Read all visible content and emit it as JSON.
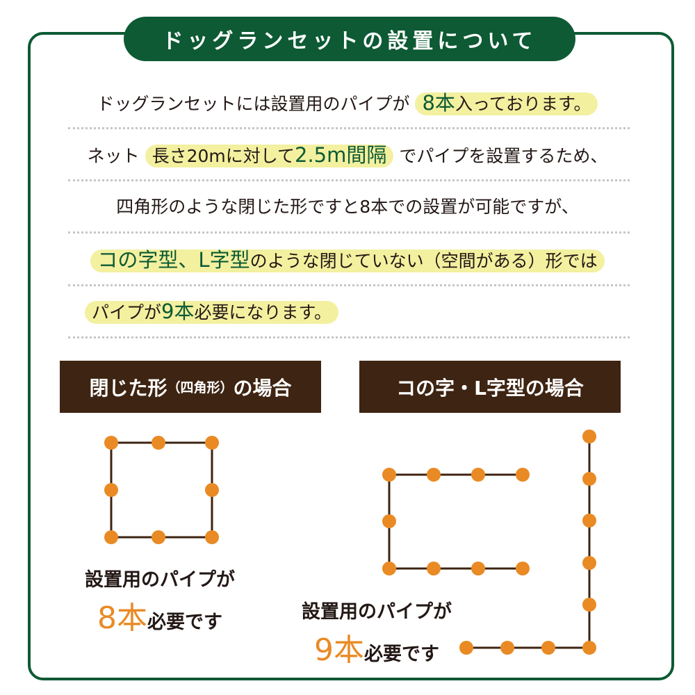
{
  "header": {
    "title": "ドッグランセットの設置について"
  },
  "intro": {
    "line1": {
      "prefix": "ドッグランセットには設置用のパイプが ",
      "hl_green": "8本",
      "hl_rest": "入っております。"
    },
    "line2": {
      "prefix": "ネット ",
      "hl_text": "長さ20mに対して",
      "hl_green": "2.5m間隔",
      "suffix": " でパイプを設置するため、"
    },
    "line3": {
      "text": "四角形のような閉じた形ですと8本での設置が可能ですが、"
    },
    "line4": {
      "hl_green": "コの字型、L字型",
      "hl_rest": "のような閉じていない（空間がある）形では"
    },
    "line5": {
      "hl_prefix": "パイプが",
      "hl_green": "9本",
      "hl_rest": "必要になります。"
    }
  },
  "sections": {
    "closed": {
      "heading_main": "閉じた形",
      "heading_paren": "（四角形）",
      "heading_suffix": "の場合",
      "caption_line1": "設置用のパイプが",
      "caption_count": "8本",
      "caption_suffix": "必要です",
      "pipe_count": 8
    },
    "open": {
      "heading": "コの字・L字型の場合",
      "caption_line1": "設置用のパイプが",
      "caption_count": "9本",
      "caption_suffix": "必要です",
      "pipe_count": 9
    }
  },
  "colors": {
    "brand_green": "#0d5a34",
    "highlight_yellow": "#f3f0a0",
    "section_brown": "#3e2412",
    "pipe_orange": "#e98a24",
    "net_line": "#3e2412"
  }
}
